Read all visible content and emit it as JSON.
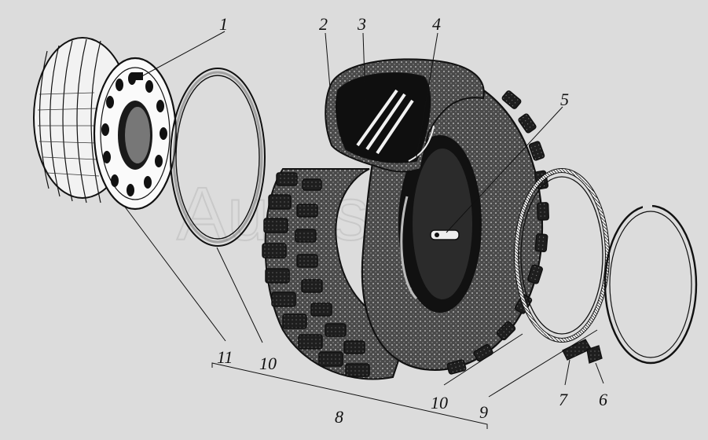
{
  "watermark": "Autosoft",
  "callouts": [
    {
      "id": "1",
      "text": "1"
    },
    {
      "id": "2",
      "text": "2"
    },
    {
      "id": "3",
      "text": "3"
    },
    {
      "id": "4",
      "text": "4"
    },
    {
      "id": "5",
      "text": "5"
    },
    {
      "id": "6",
      "text": "6"
    },
    {
      "id": "7",
      "text": "7"
    },
    {
      "id": "8",
      "text": "8"
    },
    {
      "id": "9",
      "text": "9"
    },
    {
      "id": "10a",
      "text": "10"
    },
    {
      "id": "10b",
      "text": "10"
    },
    {
      "id": "11",
      "text": "11"
    }
  ],
  "colors": {
    "ink": "#111111",
    "paper": "#dcdcdc",
    "tire": "#2a2a2a"
  }
}
